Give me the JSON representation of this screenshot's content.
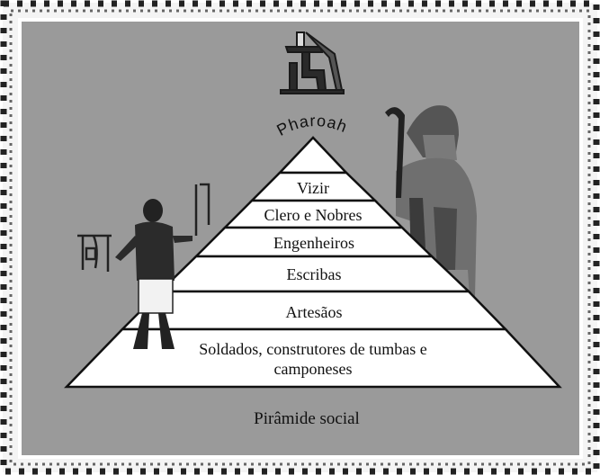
{
  "diagram": {
    "apex_label": "Pharoah",
    "layers": [
      {
        "label": "Vizir"
      },
      {
        "label": "Clero e Nobres"
      },
      {
        "label": "Engenheiros"
      },
      {
        "label": "Escribas"
      },
      {
        "label": "Artesãos"
      },
      {
        "label_line1": "Soldados, construtores de tumbas e",
        "label_line2": "camponeses"
      }
    ],
    "caption": "Pirâmide social"
  },
  "colors": {
    "frame_background": "#9a9a9a",
    "pyramid_fill": "#ffffff",
    "outline": "#111111"
  }
}
